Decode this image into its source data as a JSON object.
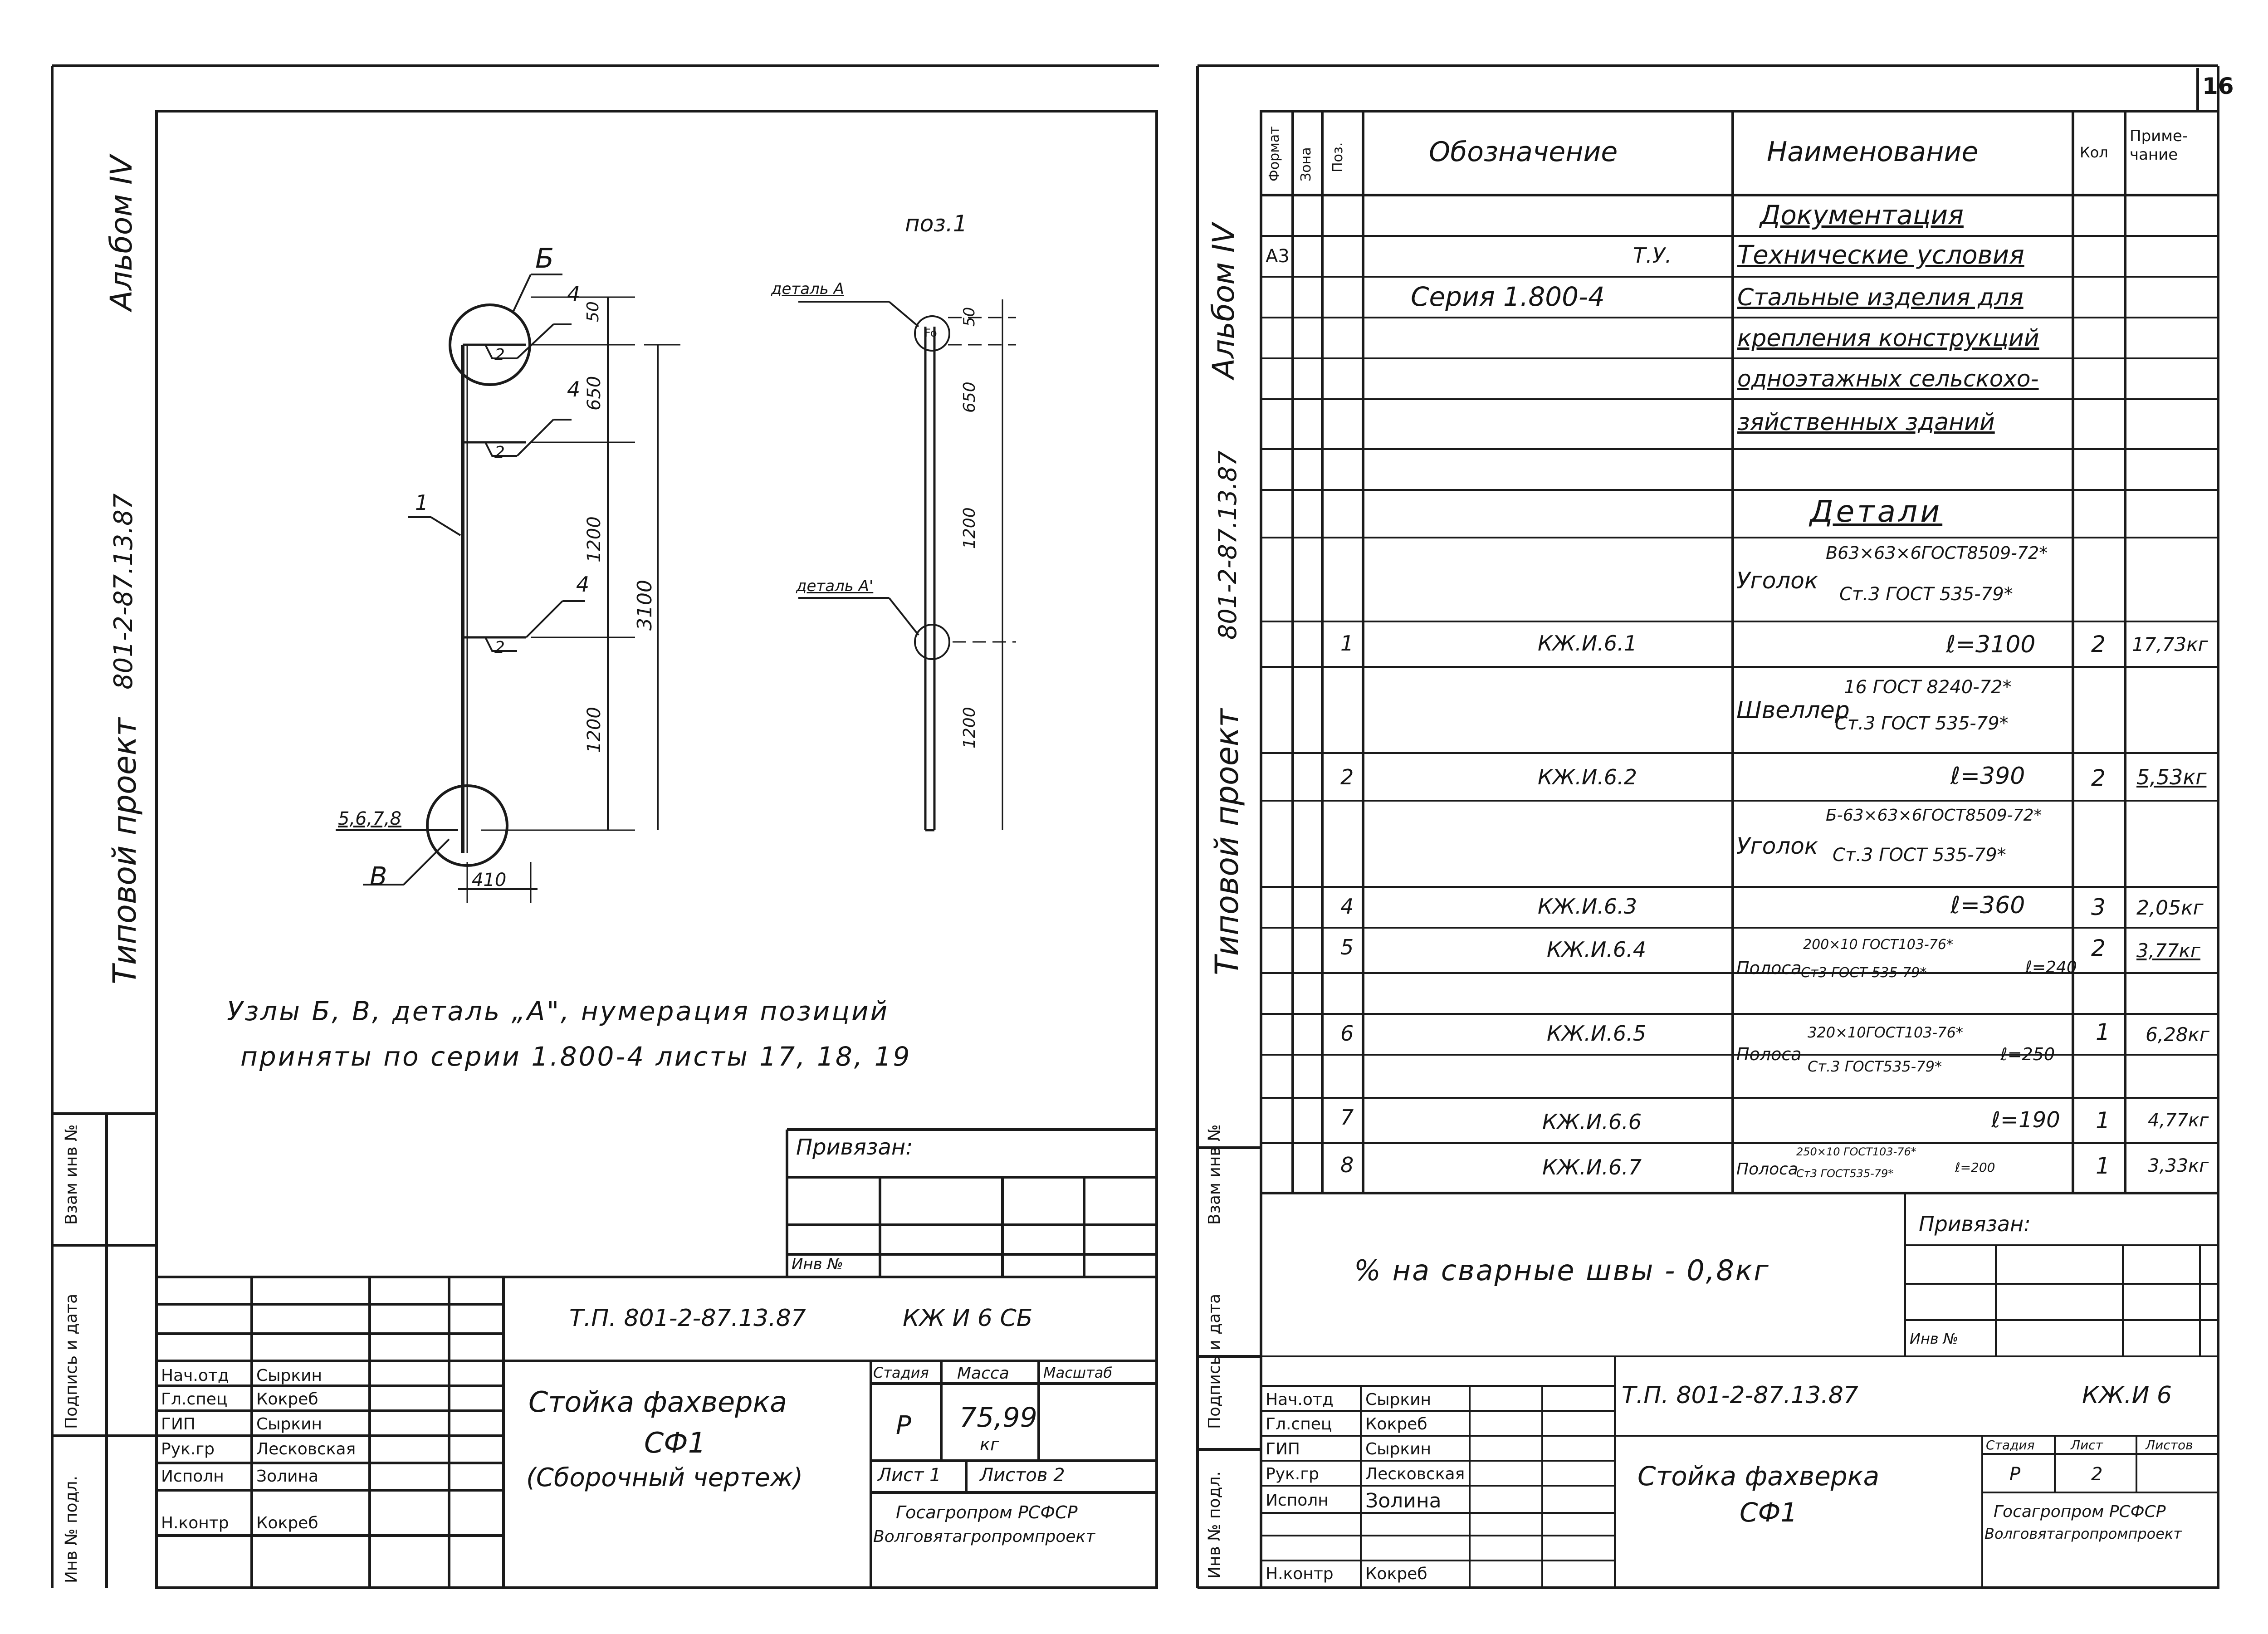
{
  "sheet_number": "16",
  "left_sheet": {
    "side_labels": {
      "album": "Альбом IV",
      "code": "801-2-87.13.87",
      "project": "Типовой проект"
    },
    "stamp_columns": {
      "vzam": "Взам инв №",
      "podpis": "Подпись и дата",
      "inv": "Инв № подл."
    },
    "drawing": {
      "poz_title": "поз.1",
      "detail_a_top": "деталь А",
      "detail_a_mid": "деталь А'",
      "node_b": "Б",
      "node_v": "В",
      "mark_1": "1",
      "mark_4a": "4",
      "mark_4b": "4",
      "mark_4c": "4",
      "mark_2a": "2",
      "mark_2b": "2",
      "mark_2c": "2",
      "positions_5678": "5,6,7,8",
      "dim_50": "50",
      "dim_650": "650",
      "dim_1200a": "1200",
      "dim_1200b": "1200",
      "dim_3100": "3100",
      "dim_410": "410",
      "dim_r50": "50",
      "dim_r650": "650",
      "dim_r1200a": "1200",
      "dim_r1200b": "1200",
      "fo": "Fo"
    },
    "note_line1": "Узлы Б, В, деталь „А\", нумерация позиций",
    "note_line2": "приняты по серии 1.800-4 листы 17, 18, 19",
    "privyazan": "Привязан:",
    "inv_no": "Инв №",
    "title_block": {
      "code": "Т.П. 801-2-87.13.87",
      "mark": "КЖ И 6 СБ",
      "name1": "Стойка фахверка",
      "name2": "СФ1",
      "name3": "(Сборочный чертеж)",
      "stage_h": "Стадия",
      "mass_h": "Масса",
      "scale_h": "Масштаб",
      "stage": "Р",
      "mass": "75,99",
      "mass_unit": "кг",
      "sheet": "Лист 1",
      "sheets": "Листов 2",
      "org1": "Госагропром РСФСР",
      "org2": "Волговятагропромпроект",
      "roles": [
        "Нач.отд",
        "Гл.спец",
        "ГИП",
        "Рук.гр",
        "Исполн",
        "Н.контр"
      ],
      "names": [
        "Сыркин",
        "Кокреб",
        "Сыркин",
        "Лесковская",
        "Золина",
        "Кокреб"
      ]
    }
  },
  "right_sheet": {
    "side_labels": {
      "album": "Альбом IV",
      "code": "801-2-87.13.87",
      "project": "Типовой проект"
    },
    "stamp_columns": {
      "vzam": "Взам инв №",
      "podpis": "Подпись и дата",
      "inv": "Инв № подл."
    },
    "headers": {
      "format": "Формат",
      "zone": "Зона",
      "pos": "Поз.",
      "designation": "Обозначение",
      "name": "Наименование",
      "qty": "Кол",
      "note": "Приме-чание"
    },
    "rows": {
      "doc_section": "Документация",
      "a3": "А3",
      "tu": "Т.У.",
      "tu_name": "Технические условия",
      "series": "Серия 1.800-4",
      "series_n1": "Стальные изделия для",
      "series_n2": "крепления конструкций",
      "series_n3": "одноэтажных сельскохо-",
      "series_n4": "зяйственных зданий",
      "details_section": "Детали",
      "ugolok1": "Уголок",
      "ugolok1_top": "В63×63×6ГОСТ8509-72*",
      "ugolok1_bot": "Ст.3 ГОСТ 535-79*",
      "p1": "1",
      "d1": "КЖ.И.6.1",
      "n1": "ℓ=3100",
      "q1": "2",
      "m1": "17,73кг",
      "shveller": "Швеллер",
      "shveller_top": "16 ГОСТ 8240-72*",
      "shveller_bot": "Ст.3 ГОСТ 535-79*",
      "p2": "2",
      "d2": "КЖ.И.6.2",
      "n2": "ℓ=390",
      "q2": "2",
      "m2": "5,53кг",
      "ugolok2": "Уголок",
      "ugolok2_top": "Б-63×63×6ГОСТ8509-72*",
      "ugolok2_bot": "Ст.3 ГОСТ 535-79*",
      "p4": "4",
      "d4": "КЖ.И.6.3",
      "n4": "ℓ=360",
      "q4": "3",
      "m4": "2,05кг",
      "p5": "5",
      "d5": "КЖ.И.6.4",
      "n5_a": "Полоса",
      "n5_top": "200×10 ГОСТ103-76*",
      "n5_bot": "Ст3 ГОСТ 535-79*",
      "n5_l": "ℓ=240",
      "q5": "2",
      "m5": "3,77кг",
      "p6": "6",
      "d6": "КЖ.И.6.5",
      "n6_a": "Полоса",
      "n6_top": "320×10ГОСТ103-76*",
      "n6_bot": "Ст.3 ГОСТ535-79*",
      "n6_l": "ℓ=250",
      "q6": "1",
      "m6": "6,28кг",
      "p7": "7",
      "d7": "КЖ.И.6.6",
      "n7": "ℓ=190",
      "q7": "1",
      "m7": "4,77кг",
      "p8": "8",
      "d8": "КЖ.И.6.7",
      "n8_a": "Полоса",
      "n8_top": "250×10 ГОСТ103-76*",
      "n8_bot": "Ст3 ГОСТ535-79*",
      "n8_l": "ℓ=200",
      "q8": "1",
      "m8": "3,33кг"
    },
    "welds": "% на сварные швы - 0,8кг",
    "privyazan": "Привязан:",
    "inv_no": "Инв №",
    "title_block": {
      "code": "Т.П. 801-2-87.13.87",
      "mark": "КЖ.И 6",
      "name1": "Стойка фахверка",
      "name2": "СФ1",
      "stage_h": "Стадия",
      "sheet_h": "Лист",
      "sheets_h": "Листов",
      "stage": "Р",
      "sheet": "2",
      "org1": "Госагропром РСФСР",
      "org2": "Волговятагропромпроект",
      "roles": [
        "Нач.отд",
        "Гл.спец",
        "ГИП",
        "Рук.гр",
        "Исполн",
        "Н.контр"
      ],
      "names": [
        "Сыркин",
        "Кокреб",
        "Сыркин",
        "Лесковская",
        "Золина",
        "Кокреб"
      ]
    }
  }
}
